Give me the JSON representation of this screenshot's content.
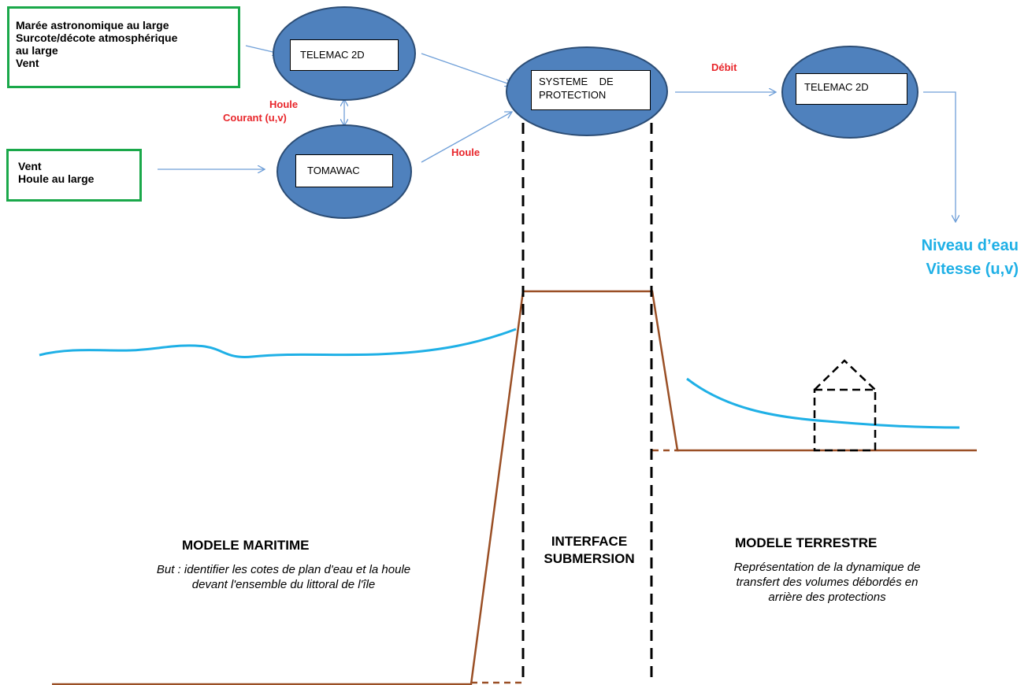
{
  "inputs": {
    "maritime": [
      "Marée astronomique au large",
      "Surcote/décote atmosphérique",
      "au large",
      "Vent"
    ],
    "wave": [
      "Vent",
      "Houle au large"
    ]
  },
  "nodes": {
    "telemac_left": "TELEMAC 2D",
    "tomawac": "TOMAWAC",
    "protection": [
      "SYSTEME    DE",
      "PROTECTION"
    ],
    "telemac_right": "TELEMAC 2D"
  },
  "edges": {
    "coupling": [
      "Houle",
      "Courant (u,v)"
    ],
    "tomawac_to_protection": "Houle",
    "protection_to_telemac": "Débit"
  },
  "outputs": [
    "Niveau d’eau",
    "Vitesse (u,v)"
  ],
  "sections": {
    "maritime": {
      "title": "MODELE MARITIME",
      "description": [
        "But : identifier les cotes de plan d'eau et la houle",
        "devant l'ensemble du littoral de l'île"
      ]
    },
    "interface": {
      "title": [
        "INTERFACE",
        "SUBMERSION"
      ]
    },
    "terrestre": {
      "title": "MODELE TERRESTRE",
      "description": [
        "Représentation de la dynamique de",
        "transfert des volumes débordés en",
        "arrière des protections"
      ]
    }
  },
  "colors": {
    "node_fill": "#4f81bd",
    "node_stroke": "#2c4d75",
    "arrow": "#6f9fd8",
    "input_border": "#1aa84a",
    "edge_label": "#e8262b",
    "water": "#1fb0e6",
    "terrain": "#9a4f25",
    "output": "#1fb0e6"
  }
}
